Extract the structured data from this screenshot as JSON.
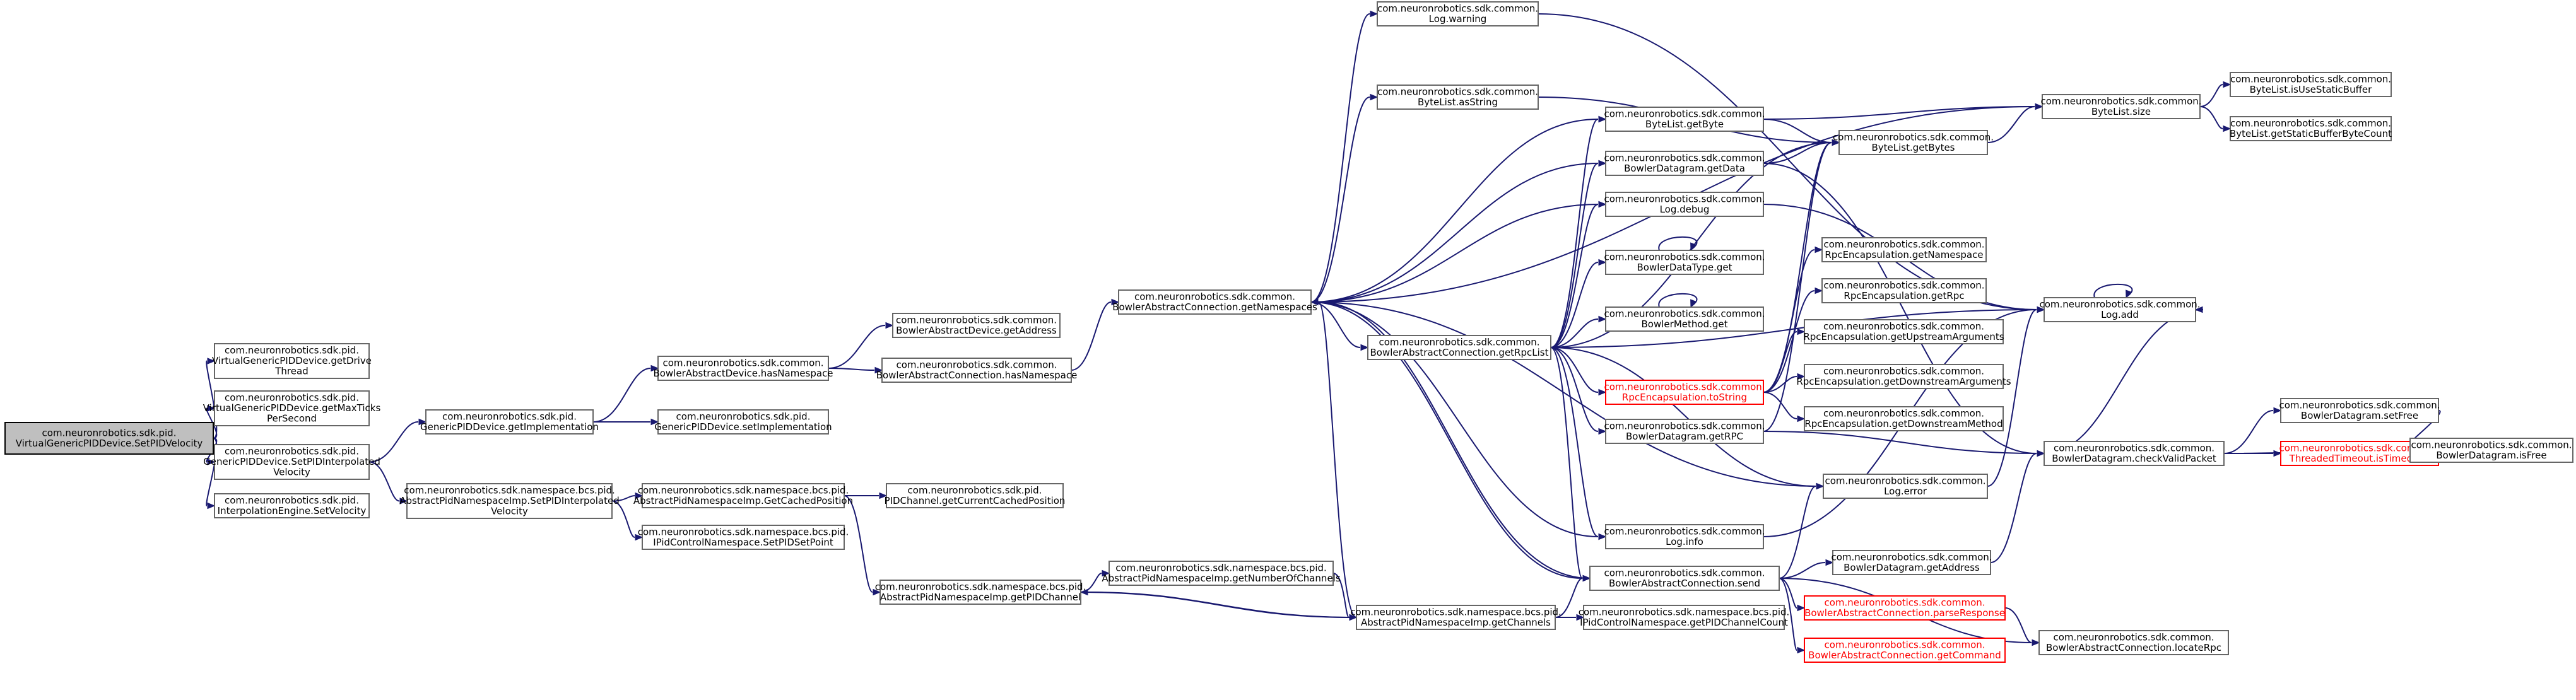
{
  "diagram": {
    "colors": {
      "edge": "#191970",
      "node_border": "#666666",
      "root_fill": "#bfbfbf",
      "highlight": "#ff0000"
    },
    "nodes": [
      {
        "id": "root",
        "lines": [
          "com.neuronrobotics.sdk.pid.",
          "VirtualGenericPIDDevice.SetPIDVelocity"
        ],
        "style": "root"
      },
      {
        "id": "vg_drive",
        "lines": [
          "com.neuronrobotics.sdk.pid.",
          "VirtualGenericPIDDevice.getDrive",
          "Thread"
        ]
      },
      {
        "id": "vg_maxticks",
        "lines": [
          "com.neuronrobotics.sdk.pid.",
          "VirtualGenericPIDDevice.getMaxTicks",
          "PerSecond"
        ]
      },
      {
        "id": "gpd_interp",
        "lines": [
          "com.neuronrobotics.sdk.pid.",
          "GenericPIDDevice.SetPIDInterpolated",
          "Velocity"
        ]
      },
      {
        "id": "ie_setvel",
        "lines": [
          "com.neuronrobotics.sdk.pid.",
          "InterpolationEngine.SetVelocity"
        ]
      },
      {
        "id": "gpd_getimpl",
        "lines": [
          "com.neuronrobotics.sdk.pid.",
          "GenericPIDDevice.getImplementation"
        ]
      },
      {
        "id": "apn_interp",
        "lines": [
          "com.neuronrobotics.sdk.namespace.bcs.pid.",
          "AbstractPidNamespaceImp.SetPIDInterpolated",
          "Velocity"
        ]
      },
      {
        "id": "bad_hasns",
        "lines": [
          "com.neuronrobotics.sdk.common.",
          "BowlerAbstractDevice.hasNamespace"
        ]
      },
      {
        "id": "gpd_setimpl",
        "lines": [
          "com.neuronrobotics.sdk.pid.",
          "GenericPIDDevice.setImplementation"
        ]
      },
      {
        "id": "apn_cached",
        "lines": [
          "com.neuronrobotics.sdk.namespace.bcs.pid.",
          "AbstractPidNamespaceImp.GetCachedPosition"
        ]
      },
      {
        "id": "ipc_setpoint",
        "lines": [
          "com.neuronrobotics.sdk.namespace.bcs.pid.",
          "IPidControlNamespace.SetPIDSetPoint"
        ]
      },
      {
        "id": "bad_getaddr",
        "lines": [
          "com.neuronrobotics.sdk.common.",
          "BowlerAbstractDevice.getAddress"
        ]
      },
      {
        "id": "bac_hasns",
        "lines": [
          "com.neuronrobotics.sdk.common.",
          "BowlerAbstractConnection.hasNamespace"
        ]
      },
      {
        "id": "pidch_curpos",
        "lines": [
          "com.neuronrobotics.sdk.pid.",
          "PIDChannel.getCurrentCachedPosition"
        ]
      },
      {
        "id": "apn_getpidch",
        "lines": [
          "com.neuronrobotics.sdk.namespace.bcs.pid.",
          "AbstractPidNamespaceImp.getPIDChannel"
        ]
      },
      {
        "id": "apn_numch",
        "lines": [
          "com.neuronrobotics.sdk.namespace.bcs.pid.",
          "AbstractPidNamespaceImp.getNumberOfChannels"
        ]
      },
      {
        "id": "apn_getch",
        "lines": [
          "com.neuronrobotics.sdk.namespace.bcs.pid.",
          "AbstractPidNamespaceImp.getChannels"
        ]
      },
      {
        "id": "bac_getns",
        "lines": [
          "com.neuronrobotics.sdk.common.",
          "BowlerAbstractConnection.getNamespaces"
        ]
      },
      {
        "id": "log_warning",
        "lines": [
          "com.neuronrobotics.sdk.common.",
          "Log.warning"
        ]
      },
      {
        "id": "bl_asstring",
        "lines": [
          "com.neuronrobotics.sdk.common.",
          "ByteList.asString"
        ]
      },
      {
        "id": "bac_getrpclist",
        "lines": [
          "com.neuronrobotics.sdk.common.",
          "BowlerAbstractConnection.getRpcList"
        ]
      },
      {
        "id": "ipc_chcount",
        "lines": [
          "com.neuronrobotics.sdk.namespace.bcs.pid.",
          "IPidControlNamespace.getPIDChannelCount"
        ]
      },
      {
        "id": "bl_getbyte",
        "lines": [
          "com.neuronrobotics.sdk.common.",
          "ByteList.getByte"
        ]
      },
      {
        "id": "bd_getdata",
        "lines": [
          "com.neuronrobotics.sdk.common.",
          "BowlerDatagram.getData"
        ]
      },
      {
        "id": "log_debug",
        "lines": [
          "com.neuronrobotics.sdk.common.",
          "Log.debug"
        ]
      },
      {
        "id": "bdt_get",
        "lines": [
          "com.neuronrobotics.sdk.common.",
          "BowlerDataType.get"
        ]
      },
      {
        "id": "bm_get",
        "lines": [
          "com.neuronrobotics.sdk.common.",
          "BowlerMethod.get"
        ]
      },
      {
        "id": "rpc_tostring",
        "lines": [
          "com.neuronrobotics.sdk.common.",
          "RpcEncapsulation.toString"
        ],
        "style": "red"
      },
      {
        "id": "bd_getrpc",
        "lines": [
          "com.neuronrobotics.sdk.common.",
          "BowlerDatagram.getRPC"
        ]
      },
      {
        "id": "log_error",
        "lines": [
          "com.neuronrobotics.sdk.common.",
          "Log.error"
        ]
      },
      {
        "id": "log_info",
        "lines": [
          "com.neuronrobotics.sdk.common.",
          "Log.info"
        ]
      },
      {
        "id": "bac_send",
        "lines": [
          "com.neuronrobotics.sdk.common.",
          "BowlerAbstractConnection.send"
        ]
      },
      {
        "id": "bl_getbytes",
        "lines": [
          "com.neuronrobotics.sdk.common.",
          "ByteList.getBytes"
        ]
      },
      {
        "id": "rpc_getns",
        "lines": [
          "com.neuronrobotics.sdk.common.",
          "RpcEncapsulation.getNamespace"
        ]
      },
      {
        "id": "rpc_getrpc",
        "lines": [
          "com.neuronrobotics.sdk.common.",
          "RpcEncapsulation.getRpc"
        ]
      },
      {
        "id": "rpc_upargs",
        "lines": [
          "com.neuronrobotics.sdk.common.",
          "RpcEncapsulation.getUpstreamArguments"
        ]
      },
      {
        "id": "rpc_downargs",
        "lines": [
          "com.neuronrobotics.sdk.common.",
          "RpcEncapsulation.getDownstreamArguments"
        ]
      },
      {
        "id": "rpc_downmethod",
        "lines": [
          "com.neuronrobotics.sdk.common.",
          "RpcEncapsulation.getDownstreamMethod"
        ]
      },
      {
        "id": "bd_getaddr",
        "lines": [
          "com.neuronrobotics.sdk.common.",
          "BowlerDatagram.getAddress"
        ]
      },
      {
        "id": "bac_parse",
        "lines": [
          "com.neuronrobotics.sdk.common.",
          "BowlerAbstractConnection.parseResponse"
        ],
        "style": "red"
      },
      {
        "id": "bac_getcmd",
        "lines": [
          "com.neuronrobotics.sdk.common.",
          "BowlerAbstractConnection.getCommand"
        ],
        "style": "red"
      },
      {
        "id": "bl_size",
        "lines": [
          "com.neuronrobotics.sdk.common.",
          "ByteList.size"
        ]
      },
      {
        "id": "log_add",
        "lines": [
          "com.neuronrobotics.sdk.common.",
          "Log.add"
        ]
      },
      {
        "id": "bd_checkvalid",
        "lines": [
          "com.neuronrobotics.sdk.common.",
          "BowlerDatagram.checkValidPacket"
        ]
      },
      {
        "id": "bac_locaterpc",
        "lines": [
          "com.neuronrobotics.sdk.common.",
          "BowlerAbstractConnection.locateRpc"
        ]
      },
      {
        "id": "bl_isstatic",
        "lines": [
          "com.neuronrobotics.sdk.common.",
          "ByteList.isUseStaticBuffer"
        ]
      },
      {
        "id": "bl_staticcount",
        "lines": [
          "com.neuronrobotics.sdk.common.",
          "ByteList.getStaticBufferByteCount"
        ]
      },
      {
        "id": "bd_setfree",
        "lines": [
          "com.neuronrobotics.sdk.common.",
          "BowlerDatagram.setFree"
        ]
      },
      {
        "id": "tt_istimedout",
        "lines": [
          "com.neuronrobotics.sdk.common.",
          "ThreadedTimeout.isTimedOut"
        ],
        "style": "red"
      },
      {
        "id": "bd_isfree",
        "lines": [
          "com.neuronrobotics.sdk.common.",
          "BowlerDatagram.isFree"
        ]
      }
    ],
    "edges": [
      [
        "root",
        "vg_drive"
      ],
      [
        "root",
        "vg_maxticks"
      ],
      [
        "root",
        "gpd_interp"
      ],
      [
        "root",
        "ie_setvel"
      ],
      [
        "gpd_interp",
        "gpd_getimpl"
      ],
      [
        "gpd_interp",
        "apn_interp"
      ],
      [
        "gpd_getimpl",
        "bad_hasns"
      ],
      [
        "gpd_getimpl",
        "gpd_setimpl"
      ],
      [
        "bad_hasns",
        "bad_getaddr"
      ],
      [
        "bad_hasns",
        "bac_hasns"
      ],
      [
        "bac_hasns",
        "bac_getns"
      ],
      [
        "apn_interp",
        "apn_cached"
      ],
      [
        "apn_interp",
        "ipc_setpoint"
      ],
      [
        "apn_cached",
        "pidch_curpos"
      ],
      [
        "apn_cached",
        "apn_getpidch"
      ],
      [
        "apn_getpidch",
        "apn_numch"
      ],
      [
        "apn_getpidch",
        "apn_getch"
      ],
      [
        "apn_numch",
        "apn_getch"
      ],
      [
        "apn_getch",
        "apn_getpidch"
      ],
      [
        "apn_getch",
        "bac_getns"
      ],
      [
        "apn_getch",
        "ipc_chcount"
      ],
      [
        "apn_getch",
        "bac_send"
      ],
      [
        "bac_getns",
        "log_warning"
      ],
      [
        "bac_getns",
        "bl_asstring"
      ],
      [
        "bac_getns",
        "bl_size"
      ],
      [
        "bac_getns",
        "bl_getbyte"
      ],
      [
        "bac_getns",
        "bd_getdata"
      ],
      [
        "bac_getns",
        "log_debug"
      ],
      [
        "bac_getns",
        "bac_getrpclist"
      ],
      [
        "bac_getns",
        "log_error"
      ],
      [
        "bac_getns",
        "log_info"
      ],
      [
        "bac_getns",
        "bac_send"
      ],
      [
        "log_warning",
        "log_add"
      ],
      [
        "bl_asstring",
        "bl_getbytes"
      ],
      [
        "bac_getrpclist",
        "bl_getbyte"
      ],
      [
        "bac_getrpclist",
        "bd_getdata"
      ],
      [
        "bac_getrpclist",
        "log_debug"
      ],
      [
        "bac_getrpclist",
        "bdt_get"
      ],
      [
        "bac_getrpclist",
        "bm_get"
      ],
      [
        "bac_getrpclist",
        "rpc_tostring"
      ],
      [
        "bac_getrpclist",
        "bd_getrpc"
      ],
      [
        "bac_getrpclist",
        "log_error"
      ],
      [
        "bac_getrpclist",
        "log_info"
      ],
      [
        "bac_getrpclist",
        "bac_send"
      ],
      [
        "bac_getrpclist",
        "log_add"
      ],
      [
        "bac_getrpclist",
        "bl_getbytes"
      ],
      [
        "bl_getbyte",
        "bl_size"
      ],
      [
        "bl_getbyte",
        "bl_getbytes"
      ],
      [
        "bd_getdata",
        "bl_getbytes"
      ],
      [
        "bd_getdata",
        "bd_checkvalid"
      ],
      [
        "log_debug",
        "log_add"
      ],
      [
        "bdt_get",
        "bdt_get"
      ],
      [
        "bm_get",
        "bm_get"
      ],
      [
        "rpc_tostring",
        "rpc_getns"
      ],
      [
        "rpc_tostring",
        "rpc_getrpc"
      ],
      [
        "rpc_tostring",
        "rpc_upargs"
      ],
      [
        "rpc_tostring",
        "rpc_downargs"
      ],
      [
        "rpc_tostring",
        "rpc_downmethod"
      ],
      [
        "rpc_tostring",
        "bl_getbytes"
      ],
      [
        "bd_getrpc",
        "bl_getbytes"
      ],
      [
        "bd_getrpc",
        "bd_checkvalid"
      ],
      [
        "log_error",
        "log_add"
      ],
      [
        "log_info",
        "log_add"
      ],
      [
        "bac_send",
        "log_error"
      ],
      [
        "bac_send",
        "bd_getaddr"
      ],
      [
        "bac_send",
        "bac_parse"
      ],
      [
        "bac_send",
        "bac_getcmd"
      ],
      [
        "bac_send",
        "bac_getns"
      ],
      [
        "bac_send",
        "bac_locaterpc"
      ],
      [
        "bd_getaddr",
        "bd_checkvalid"
      ],
      [
        "bac_parse",
        "bac_locaterpc"
      ],
      [
        "bl_getbytes",
        "bl_size"
      ],
      [
        "bl_size",
        "bl_isstatic"
      ],
      [
        "bl_size",
        "bl_staticcount"
      ],
      [
        "log_add",
        "log_add"
      ],
      [
        "bd_checkvalid",
        "log_add"
      ],
      [
        "bd_checkvalid",
        "bd_setfree"
      ],
      [
        "bd_checkvalid",
        "tt_istimedout"
      ],
      [
        "bd_checkvalid",
        "bd_isfree"
      ],
      [
        "bd_setfree",
        "bd_isfree"
      ]
    ]
  }
}
